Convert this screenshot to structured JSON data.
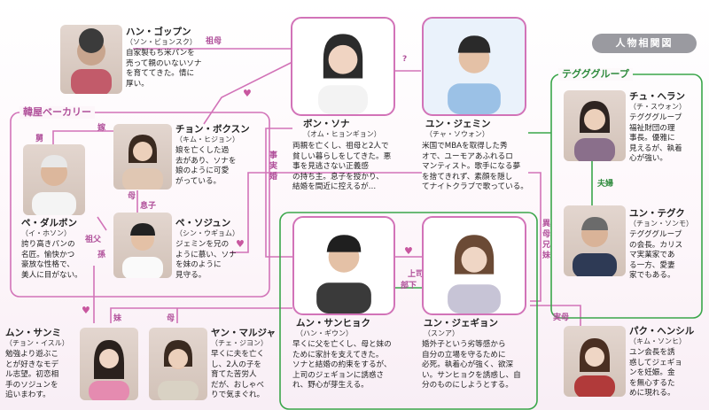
{
  "title": "人物相関図",
  "groups": {
    "bakery": "韓屋ベーカリー",
    "tegug": "テグググループ"
  },
  "characters": {
    "han": {
      "name": "ハン・ゴップン",
      "actor": "（ソン・ビョンスク）",
      "desc": "自家製もち米パンを\n売って親のいないソナ\nを育ててきた。情に\n厚い。"
    },
    "bon": {
      "name": "ボン・ソナ",
      "actor": "（オム・ヒョンギョン）",
      "desc": "両親を亡くし、祖母と2人で\n貧しい暮らしをしてきた。悪\n事を見逃さない正義感\nの持ち主。息子を授かり、\n結婚を間近に控えるが…"
    },
    "yunj": {
      "name": "ユン・ジェミン",
      "actor": "（チャ・ソウォン）",
      "desc": "米国でMBAを取得した秀\nオで、ユーモアあふれるロ\nマンティスト。歌手になる夢\nを捨てきれず、素顔を隠し\nてナイトクラブで歌っている。"
    },
    "chu": {
      "name": "チュ・ヘラン",
      "actor": "（チ・スウォン）",
      "desc": "テグググループ\n福祉財団の理\n事長。優雅に\n見えるが、執着\n心が強い。"
    },
    "chon": {
      "name": "チョン・ボクスン",
      "actor": "（キム・ヒジョン）",
      "desc": "娘を亡くした過\n去があり、ソナを\n娘のように可愛\nがっている。"
    },
    "pedal": {
      "name": "ペ・ダルボン",
      "actor": "（イ・ホソン）",
      "desc": "誇り高きパンの\n名匠。愉快かつ\n豪放な性格で、\n美人に目がない。"
    },
    "pesoj": {
      "name": "ペ・ソジュン",
      "actor": "（シン・ウギョム）",
      "desc": "ジェミンを兄の\nように慕い、ソナ\nを妹のように\n見守る。"
    },
    "yunt": {
      "name": "ユン・テグク",
      "actor": "（チョン・ソンモ）",
      "desc": "テグググループ\nの会長。カリス\nマ実業家であ\nる一方、愛妻\n家でもある。"
    },
    "munsa": {
      "name": "ムン・サンヒョク",
      "actor": "（ハン・ギウン）",
      "desc": "早くに父を亡くし、母と妹の\nために家計を支えてきた。\nソナと結婚の約束をするが、\n上司のジェギョンに誘惑さ\nれ、野心が芽生える。"
    },
    "yunje": {
      "name": "ユン・ジェギョン",
      "actor": "（スンア）",
      "desc": "婚外子という劣等感から\n自分の立場を守るために\n必死。執着心が強く、欲深\nい。サンヒョクを誘惑し、自\n分のものにしようとする。"
    },
    "pak": {
      "name": "パク・ヘンシル",
      "actor": "（キム・ソンヒ）",
      "desc": "ユン会長を誘\n惑してジェギョ\nンを妊娠。金\nを無心するた\nめに現れる。"
    },
    "munsn": {
      "name": "ムン・サンミ",
      "actor": "（チョン・イスル）",
      "desc": "勉強より遊ぶこ\nとが好きなモデ\nル志望。初恋相\n手のソジュンを\n追いまわす。"
    },
    "yan": {
      "name": "ヤン・マルジャ",
      "actor": "（チェ・ジヨン）",
      "desc": "早くに夫を亡く\nし、2人の子を\n育てた苦労人\nだが、おしゃべ\nりで気まぐれ。"
    }
  },
  "relations": {
    "sobo": "祖母",
    "question": "?",
    "heart": "♥",
    "yome": "嫁",
    "shuto": "舅",
    "haha": "母",
    "musuko": "息子",
    "sofu": "祖父",
    "mago": "孫",
    "imouto": "妹",
    "haha2": "母",
    "jijitsukon": "事実婚",
    "jitsubo": "実母",
    "fufu": "夫婦",
    "ibokyodai": "異母兄妹",
    "joshi": "上司",
    "buka": "部下"
  },
  "colors": {
    "pink": "#d273b8",
    "green": "#3aa64a",
    "pill": "#9a9aa0"
  }
}
